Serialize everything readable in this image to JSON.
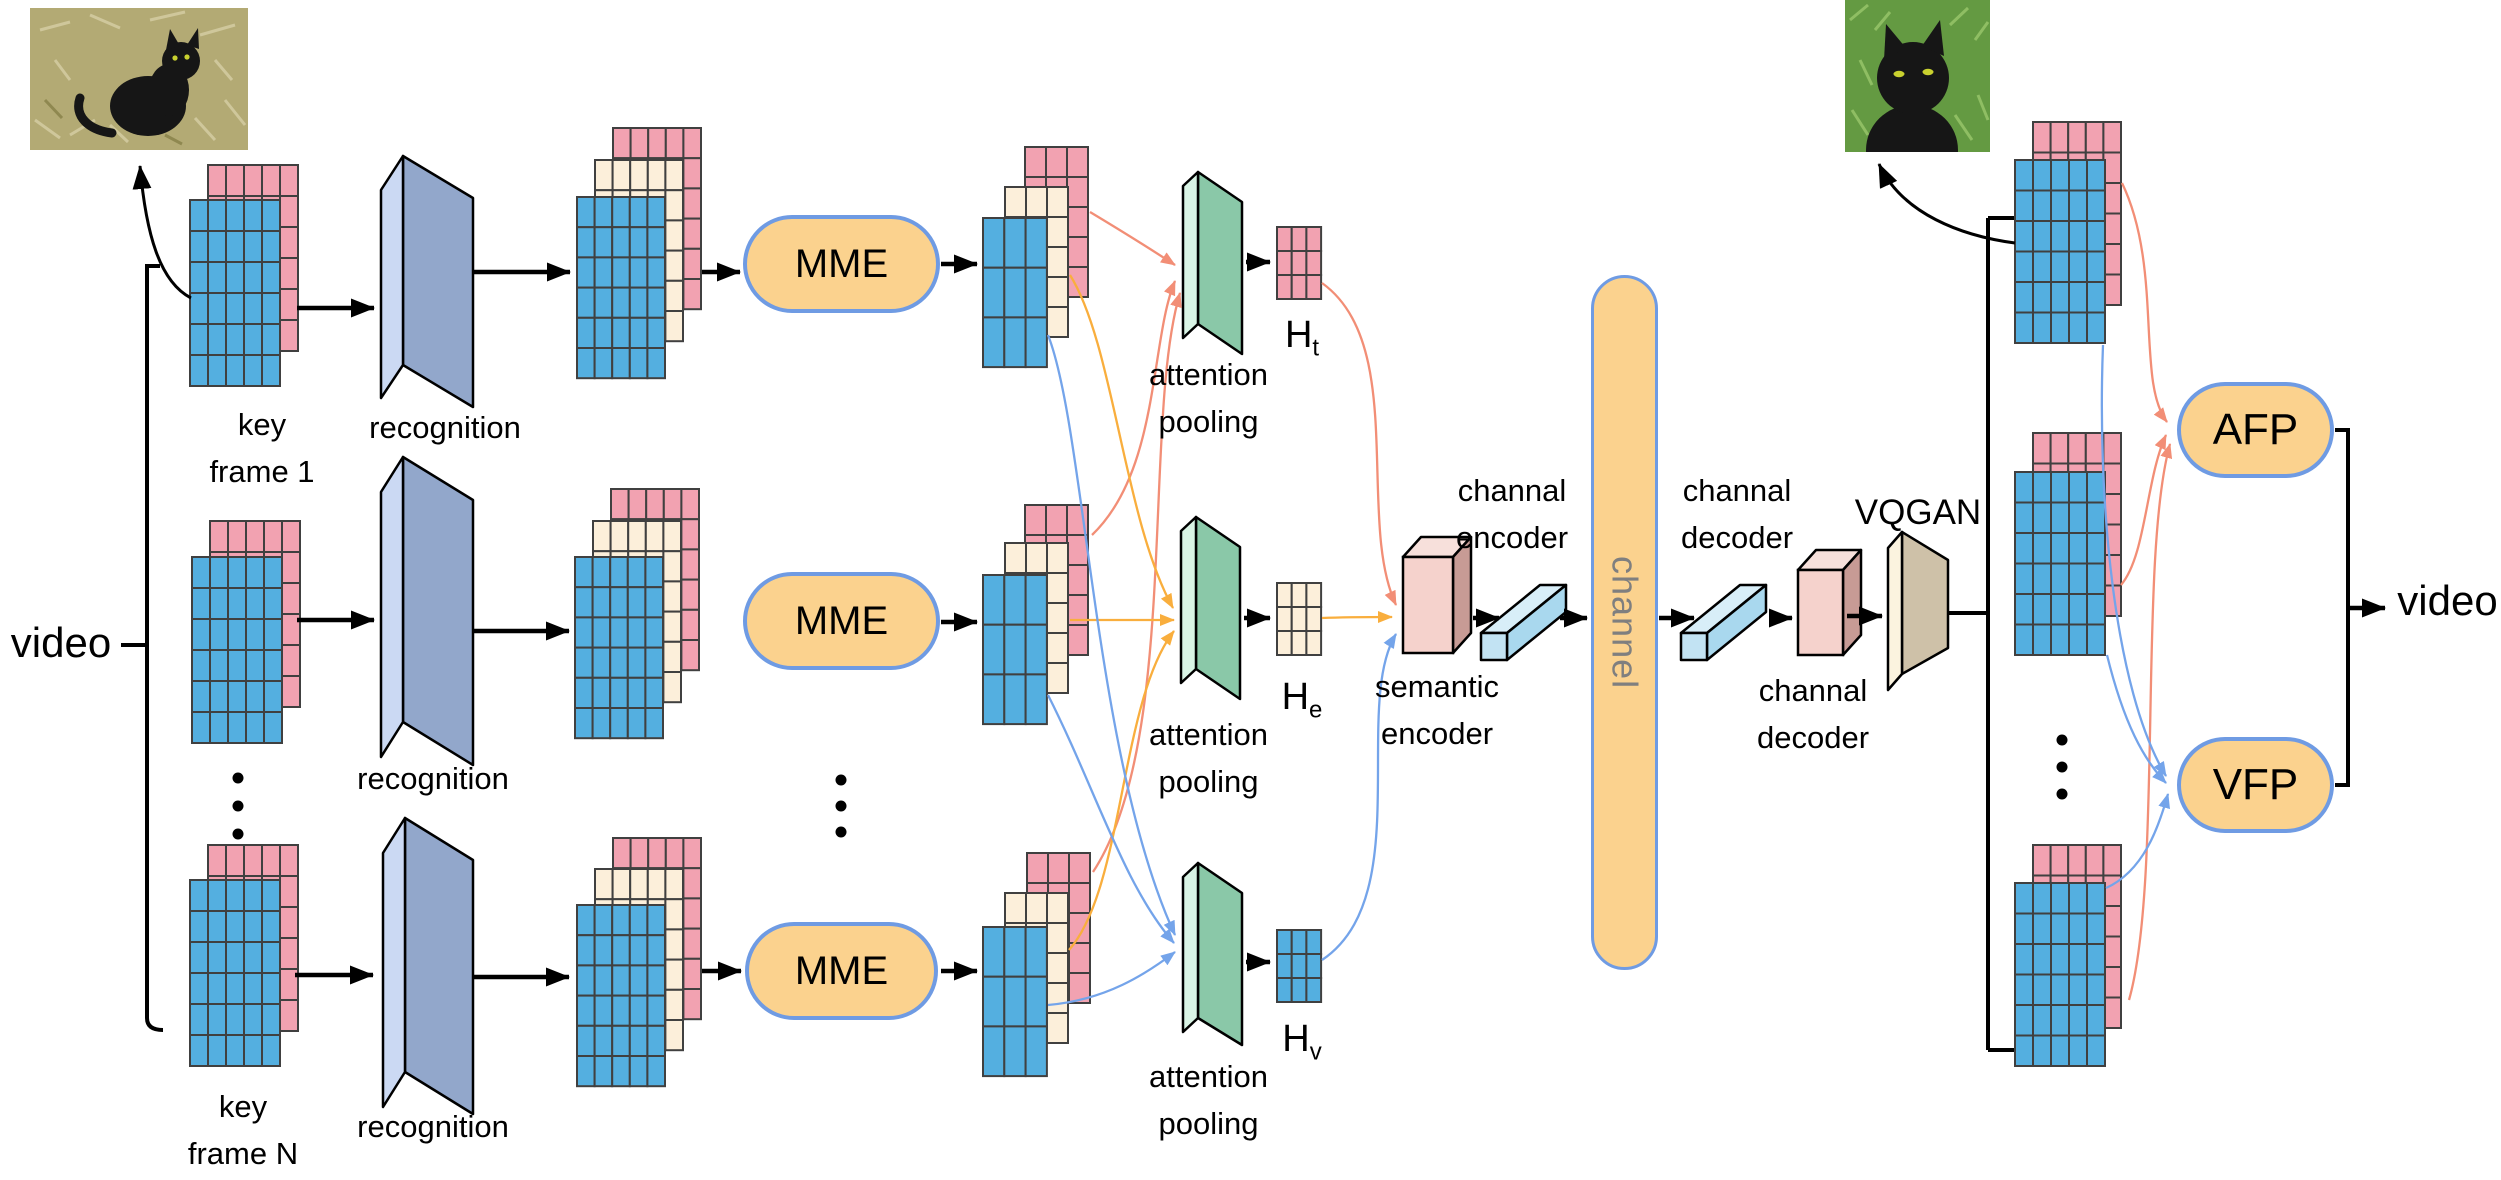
{
  "labels": {
    "video_in": "video",
    "video_out": "video",
    "key_frame_1": "key\nframe 1",
    "key_frame_n": "key\nframe N",
    "recognition_1": "recognition",
    "recognition_2": "recognition",
    "recognition_3": "recognition",
    "mme_1": "MME",
    "mme_2": "MME",
    "mme_3": "MME",
    "attention_pooling_1": "attention\npooling",
    "attention_pooling_2": "attention\npooling",
    "attention_pooling_3": "attention\npooling",
    "h_main": "H",
    "h_t_sub": "t",
    "h_e_sub": "e",
    "h_v_sub": "v",
    "channal_encoder": "channal\nencoder",
    "semantic_encoder": "semantic\nencoder",
    "channel": "channel",
    "channal_decoder_top": "channal\ndecoder",
    "channal_decoder_bottom": "channal\ndecoder",
    "vqgan": "VQGAN",
    "afp": "AFP",
    "vfp": "VFP"
  },
  "colors": {
    "cell_blue": "#54AFE0",
    "cell_pink": "#F2A2B1",
    "cell_cream": "#FCEFDA",
    "cell_stroke": "#404040",
    "panel_light": "#CBD9F3",
    "panel_dark": "#92A7CB",
    "green_light": "#D9F4E5",
    "green_dark": "#8AC8A8",
    "pill_fill": "#FBD28E",
    "pill_border": "#6F9BE3",
    "box_pink_front": "#F5D2CC",
    "box_pink_side": "#C79B95",
    "box_pink_top": "#F7E0DB",
    "bar_top": "#D8EEF8",
    "bar_end": "#C2E3F3",
    "bar_side": "#A9D8EE",
    "vq_light": "#FBF3DF",
    "vq_dark": "#CEC1A8",
    "arrow_black": "#000000",
    "curve_salmon": "#F28E76",
    "curve_orange": "#F9AE3D",
    "curve_blue": "#74A4EA",
    "channel_text": "#7F7F7F",
    "grass_left": "#B3AA74",
    "grass_right": "#649A42",
    "cat_black": "#161616",
    "cat_eye": "#C9D12F"
  }
}
